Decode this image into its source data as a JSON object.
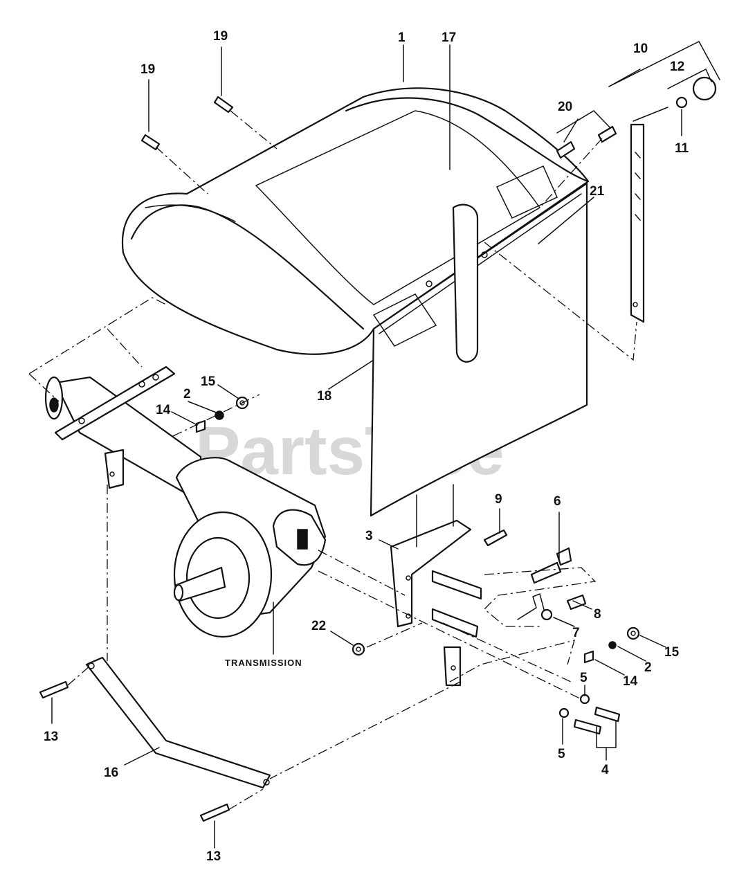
{
  "callouts": {
    "c1": "1",
    "c17": "17",
    "c10": "10",
    "c12": "12",
    "c11": "11",
    "c19a": "19",
    "c19b": "19",
    "c20": "20",
    "c21": "21",
    "c18": "18",
    "c15a": "15",
    "c2a": "2",
    "c14a": "14",
    "c3": "3",
    "c9": "9",
    "c6": "6",
    "c8": "8",
    "c7": "7",
    "c22": "22",
    "c15b": "15",
    "c2b": "2",
    "c14b": "14",
    "c5a": "5",
    "c5b": "5",
    "c4": "4",
    "c13a": "13",
    "c13b": "13",
    "c16": "16"
  },
  "labels": {
    "transmission": "TRANSMISSION"
  },
  "watermark": {
    "text": "PartsTree"
  }
}
